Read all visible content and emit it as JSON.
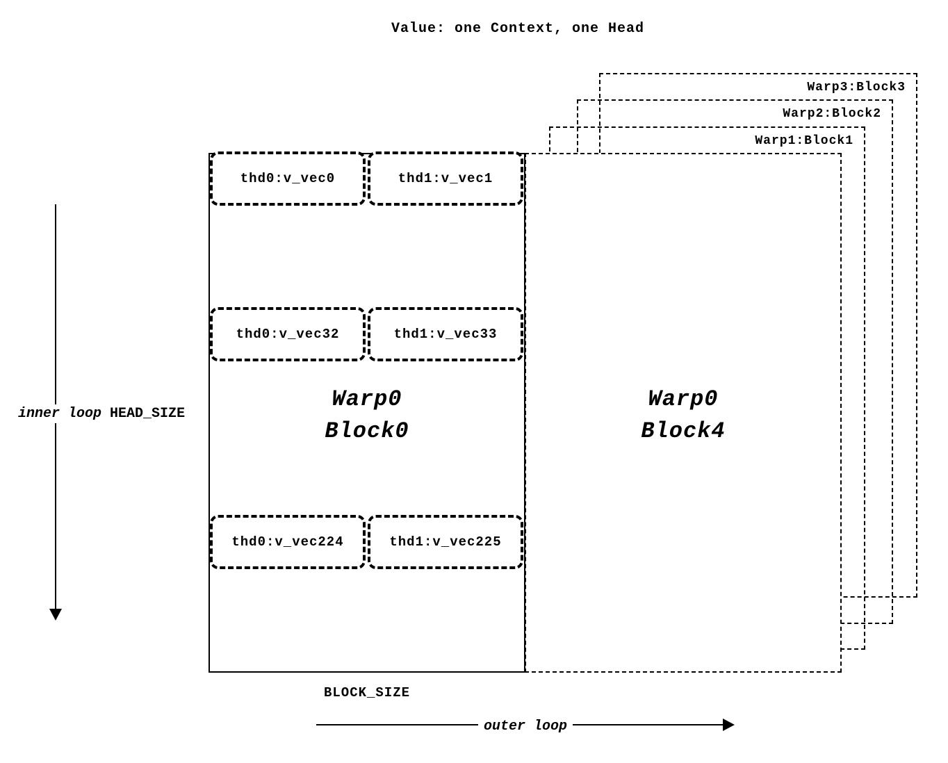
{
  "title": "Value: one Context, one Head",
  "back_blocks": [
    {
      "label": "Warp3:Block3"
    },
    {
      "label": "Warp2:Block2"
    },
    {
      "label": "Warp1:Block1"
    }
  ],
  "block0": {
    "line1": "Warp0",
    "line2": "Block0"
  },
  "block4": {
    "line1": "Warp0",
    "line2": "Block4"
  },
  "vec_rows": [
    {
      "left": "thd0:v_vec0",
      "right": "thd1:v_vec1"
    },
    {
      "left": "thd0:v_vec32",
      "right": "thd1:v_vec33"
    },
    {
      "left": "thd0:v_vec224",
      "right": "thd1:v_vec225"
    }
  ],
  "labels": {
    "inner_loop": "inner loop",
    "head_size": "HEAD_SIZE",
    "block_size": "BLOCK_SIZE",
    "outer_loop": "outer loop"
  },
  "colors": {
    "ink": "#000000",
    "background": "#ffffff"
  }
}
